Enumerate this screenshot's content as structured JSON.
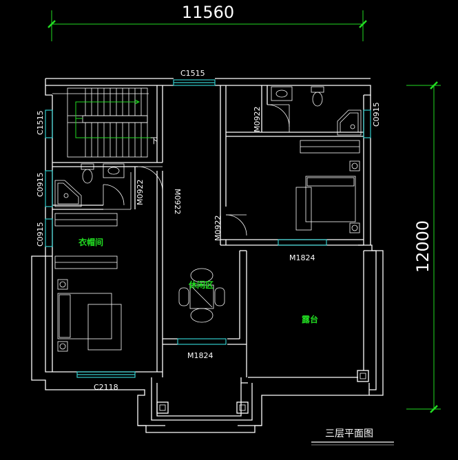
{
  "dimensions": {
    "width_label": "11560",
    "height_label": "12000"
  },
  "windows": {
    "top": "C1515",
    "left_top": "C1515",
    "left_mid": "C0915",
    "left_low": "C0915",
    "right_bath": "C0915",
    "bottom": "C2118"
  },
  "doors": {
    "right_bath": "M0922",
    "left_bath": "M0922",
    "stair_hall": "M0922",
    "bedroom_right": "M0922",
    "balcony_top": "M1824",
    "lounge_bottom": "M1824"
  },
  "rooms": {
    "closet": "衣帽间",
    "lounge": "休闲区",
    "terrace": "露台"
  },
  "stair_mark": "下",
  "drawing_title": "三层平面图"
}
